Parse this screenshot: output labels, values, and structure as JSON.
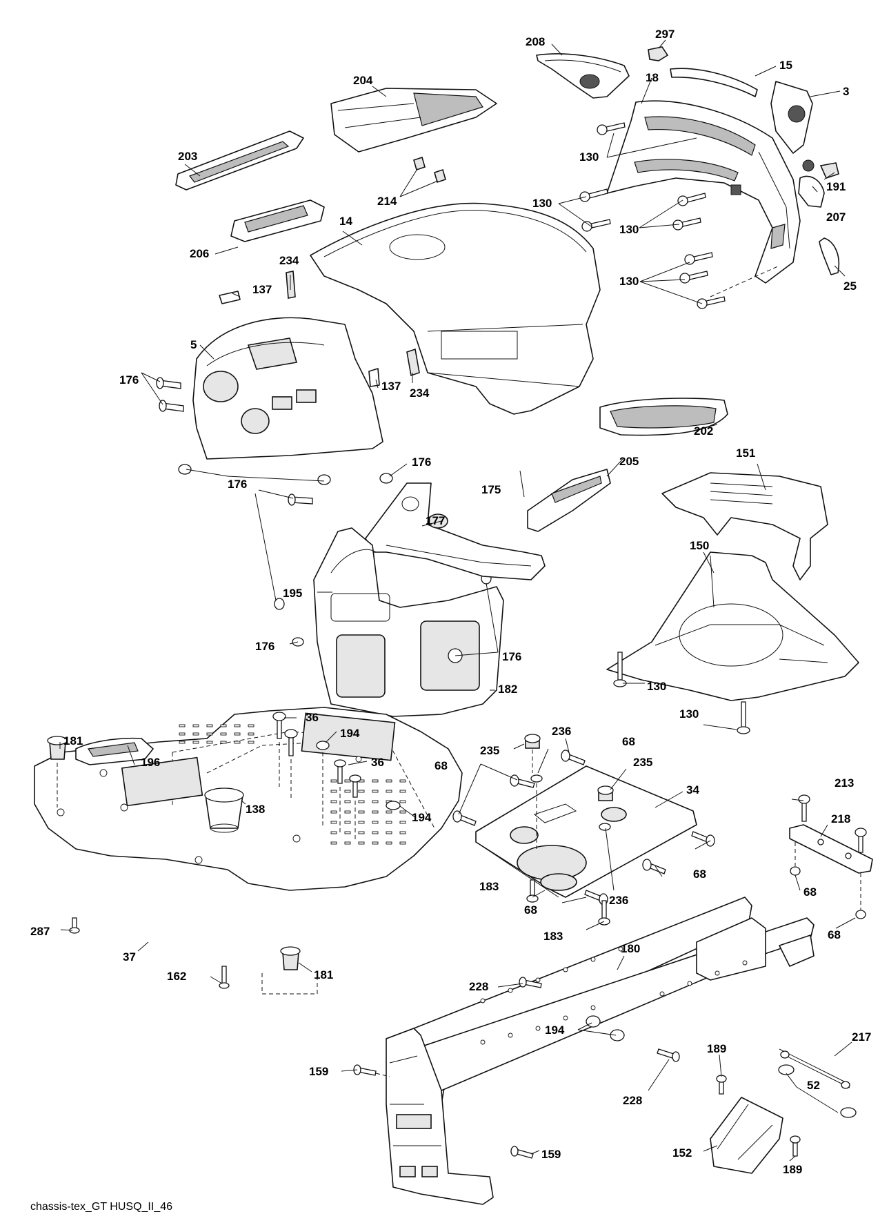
{
  "caption": "chassis-tex_GT HUSQ_II_46",
  "labels": {
    "p208": "208",
    "p297": "297",
    "p15": "15",
    "p18": "18",
    "p3": "3",
    "p204": "204",
    "p130": "130",
    "p203": "203",
    "p214": "214",
    "p191": "191",
    "p207": "207",
    "p14": "14",
    "p206": "206",
    "p234": "234",
    "p25": "25",
    "p137": "137",
    "p5": "5",
    "p176": "176",
    "p202": "202",
    "p205": "205",
    "p151": "151",
    "p175": "175",
    "p177": "177",
    "p150": "150",
    "p195": "195",
    "p182": "182",
    "p36": "36",
    "p194": "194",
    "p181": "181",
    "p196": "196",
    "p235": "235",
    "p236": "236",
    "p68": "68",
    "p213": "213",
    "p34": "34",
    "p218": "218",
    "p138": "138",
    "p183": "183",
    "p287": "287",
    "p37": "37",
    "p162": "162",
    "p180": "180",
    "p228": "228",
    "p217": "217",
    "p189": "189",
    "p159": "159",
    "p52": "52",
    "p152": "152"
  }
}
